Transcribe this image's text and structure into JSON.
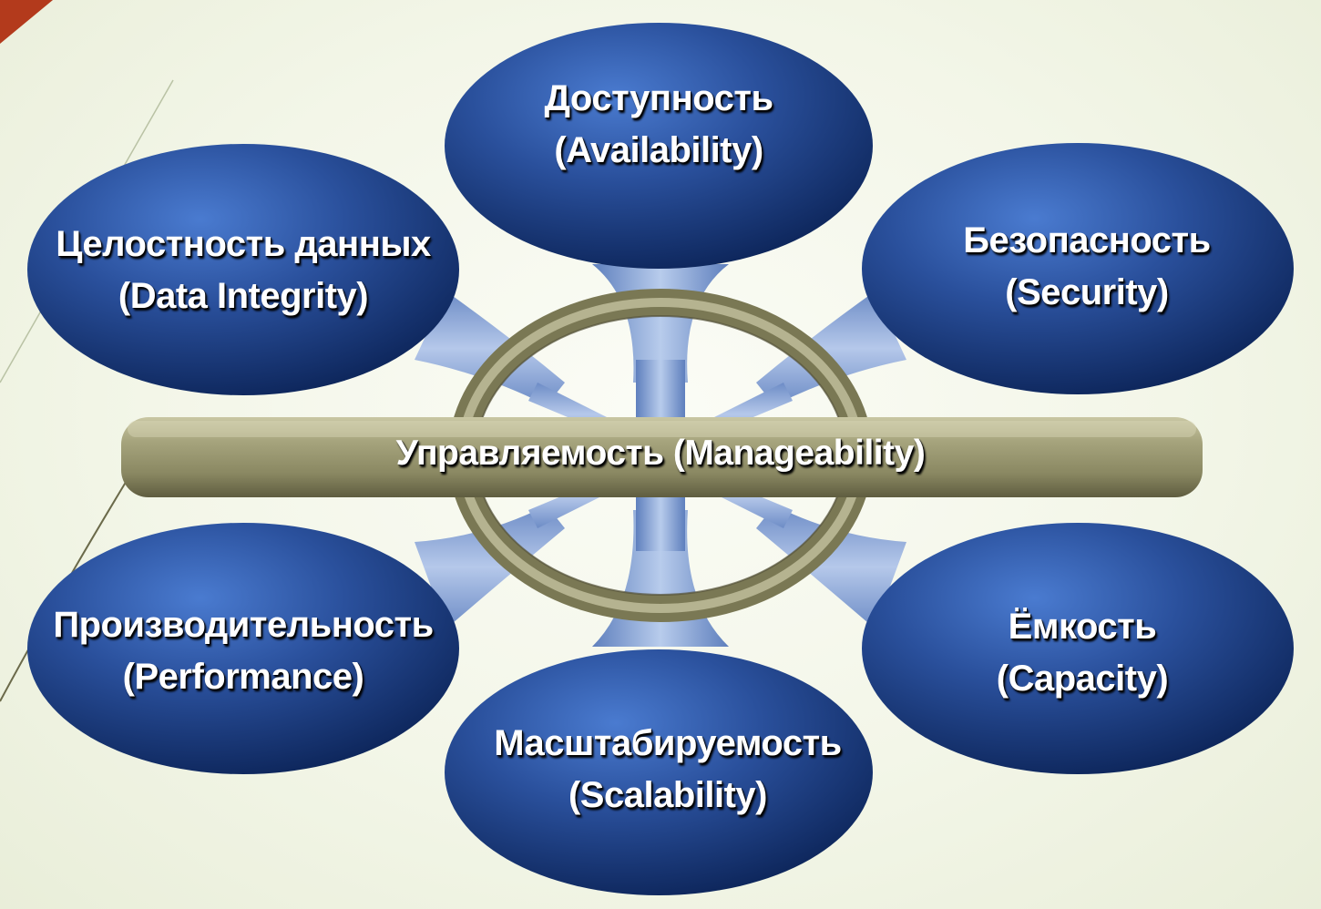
{
  "colors": {
    "background": "#f3f6e8",
    "ellipse_light": "#3f6fc4",
    "ellipse_dark": "#0e2a63",
    "spoke": "#8fa9d6",
    "ring": "#8c8a66",
    "bar": "#9a9872",
    "accent_corner": "#b33a1c"
  },
  "center": {
    "label": "Управляемость (Manageability)"
  },
  "nodes": [
    {
      "id": "availability",
      "ru": "Доступность",
      "en": "(Availability)"
    },
    {
      "id": "security",
      "ru": "Безопасность",
      "en": "(Security)"
    },
    {
      "id": "capacity",
      "ru": "Ёмкость",
      "en": "(Capacity)"
    },
    {
      "id": "scalability",
      "ru": "Масштабируемость",
      "en": "(Scalability)"
    },
    {
      "id": "performance",
      "ru": "Производительность",
      "en": "(Performance)"
    },
    {
      "id": "data-integrity",
      "ru": "Целостность данных",
      "en": "(Data Integrity)"
    }
  ]
}
